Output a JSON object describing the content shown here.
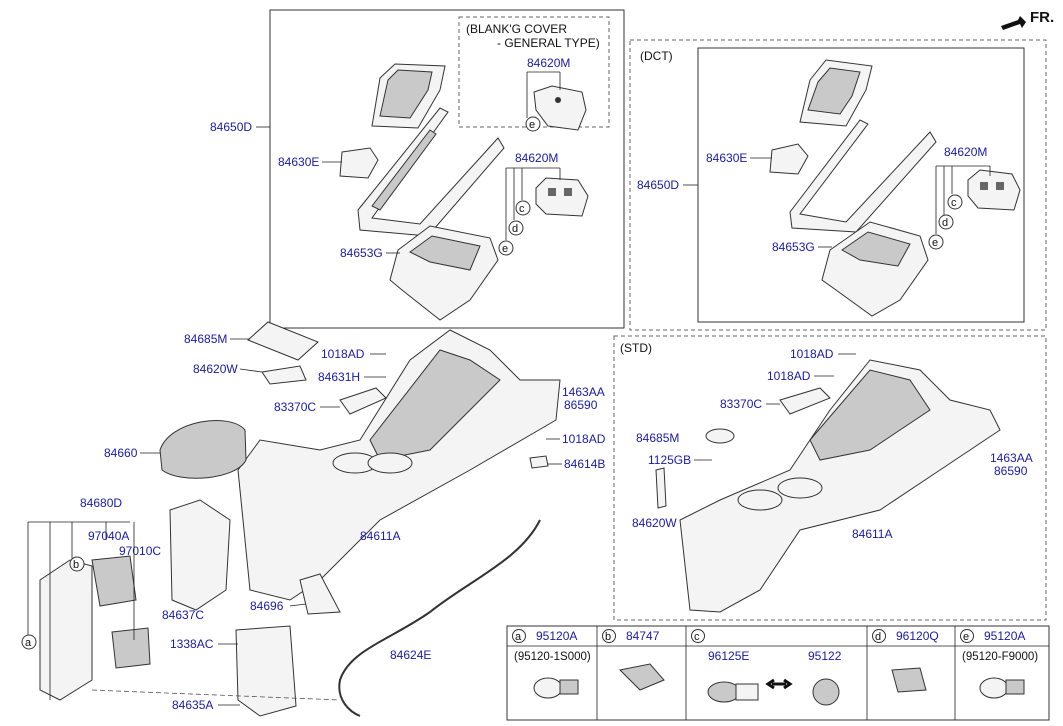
{
  "orientation": {
    "label": "FR."
  },
  "notes": {
    "blanking_cover_line1": "(BLANK'G COVER",
    "blanking_cover_line2": "- GENERAL TYPE)",
    "dct": "(DCT)",
    "std": "(STD)"
  },
  "callouts": {
    "top_left": {
      "p84650D": "84650D",
      "p84630E": "84630E",
      "p84653G": "84653G",
      "p84620M_blank": "84620M",
      "p84620M": "84620M"
    },
    "top_right": {
      "p84630E": "84630E",
      "p84650D": "84650D",
      "p84653G": "84653G",
      "p84620M": "84620M"
    },
    "main": {
      "p84685M": "84685M",
      "p84620W": "84620W",
      "p1018AD_top": "1018AD",
      "p84631H": "84631H",
      "p1463AA": "1463AA",
      "p86590": "86590",
      "p83370C": "83370C",
      "p1018AD_side": "1018AD",
      "p84614B": "84614B",
      "p84660": "84660",
      "p84680D": "84680D",
      "p97040A": "97040A",
      "p97010C": "97010C",
      "p84611A": "84611A",
      "p84637C": "84637C",
      "p84696": "84696",
      "p1338AC": "1338AC",
      "p84624E": "84624E",
      "p84635A": "84635A"
    },
    "std": {
      "p1018AD_a": "1018AD",
      "p1018AD_b": "1018AD",
      "p83370C": "83370C",
      "p84685M": "84685M",
      "p1125GB": "1125GB",
      "p1463AA": "1463AA",
      "p86590": "86590",
      "p84620W": "84620W",
      "p84611A": "84611A"
    }
  },
  "circle_letters": {
    "a": "a",
    "b": "b",
    "c": "c",
    "d": "d",
    "e": "e"
  },
  "legend": [
    {
      "letter": "a",
      "part": "95120A",
      "sub": "(95120-1S000)"
    },
    {
      "letter": "b",
      "part": "84747",
      "sub": ""
    },
    {
      "letter": "c",
      "part_left": "96125E",
      "part_right": "95122",
      "sub": ""
    },
    {
      "letter": "d",
      "part": "96120Q",
      "sub": ""
    },
    {
      "letter": "e",
      "part": "95120A",
      "sub": "(95120-F9000)"
    }
  ],
  "colors": {
    "label_blue": "#1a1aa6",
    "line": "#333333"
  }
}
